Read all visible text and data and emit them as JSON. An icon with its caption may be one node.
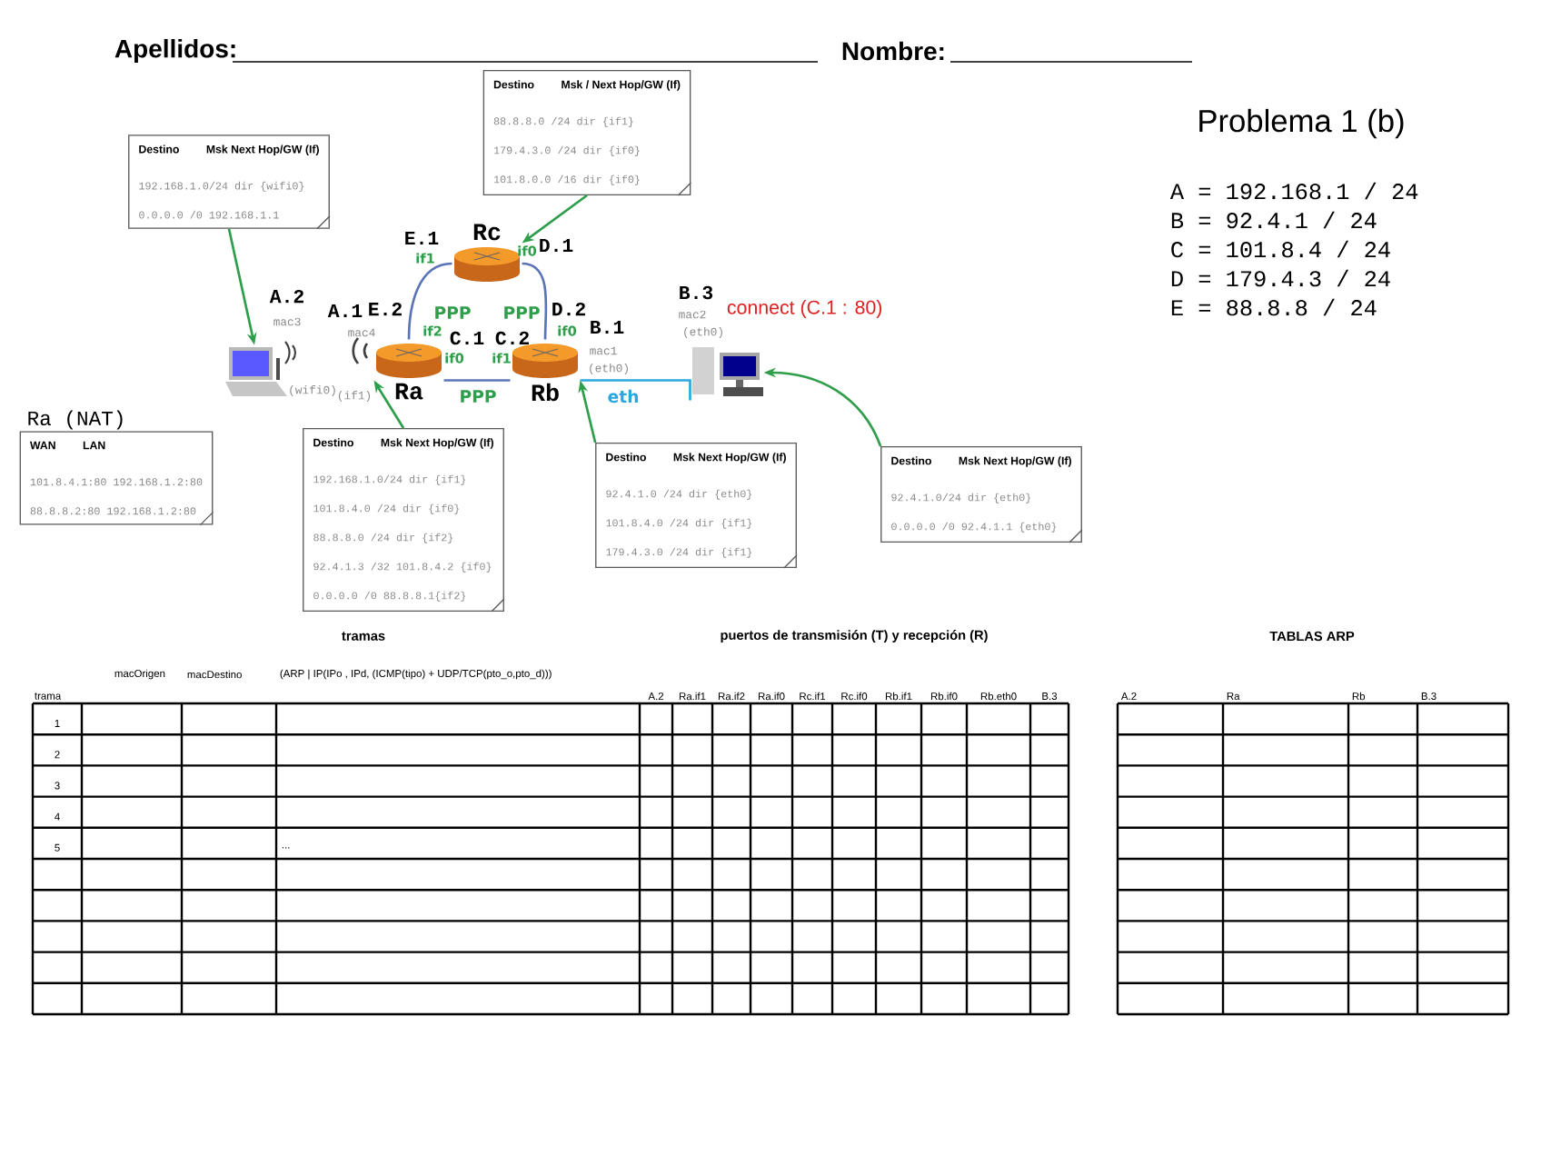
{
  "diagram": {
    "nodes": [
      {
        "text": [
          "Destino",
          "Msk Next Hop/GW (If)",
          "192.168.1.0/24 dir {wifi0}",
          "0.0.0.0 /0 192.168.1.1"
        ]
      },
      {
        "text": [
          "Destino",
          "Msk / Next Hop/GW (If)",
          "88.8.8.0 /24 dir {if1}",
          "179.4.3.0 /24 dir {if0}",
          "101.8.0.0 /16 dir {if0}"
        ]
      },
      {
        "text": [
          "Rc"
        ],
        "beside": [
          "E.1",
          "if1",
          "D.1",
          "if0"
        ]
      },
      {
        "text": [],
        "shape": "laptop",
        "beside": [
          "A.2",
          "mac3",
          "(wifi0)"
        ]
      },
      {
        "text": [
          "Ra"
        ],
        "beside": [
          "A.1",
          "mac4",
          "E.2",
          "if2",
          "C.1",
          "if0",
          "(if1)"
        ]
      },
      {
        "text": [
          "Rb"
        ],
        "beside": [
          "C.2",
          "if1",
          "D.2",
          "if0",
          "B.1",
          "mac1",
          "(eth0)"
        ]
      },
      {
        "text": [],
        "shape": "computer",
        "beside": [
          "B.3",
          "mac2",
          "(eth0)"
        ]
      },
      {
        "text": [
          "WAN",
          "LAN",
          "101.8.4.1:80 192.168.1.2:80",
          "88.8.8.2:80 192.168.1.2:80"
        ],
        "beside": [
          "Ra (NAT)"
        ]
      },
      {
        "text": [
          "Destino",
          "Msk Next Hop/GW (If)",
          "192.168.1.0/24 dir {if1}",
          "101.8.4.0 /24 dir {if0}",
          "88.8.8.0 /24 dir {if2}",
          "92.4.1.3 /32 101.8.4.2 {if0}",
          "0.0.0.0 /0 88.8.8.1{if2}"
        ]
      },
      {
        "text": [
          "Destino",
          "Msk Next Hop/GW (If)",
          "92.4.1.0 /24 dir {eth0}",
          "101.8.4.0 /24 dir {if1}",
          "179.4.3.0 /24 dir {if1}"
        ]
      },
      {
        "text": [
          "Destino",
          "Msk Next Hop/GW (If)",
          "92.4.1.0/24 dir {eth0}",
          "0.0.0.0 /0 92.4.1.1 {eth0}"
        ]
      }
    ],
    "edges": [
      {
        "from": 0,
        "to": 3,
        "arrow": "to"
      },
      {
        "from": 1,
        "to": 2,
        "arrow": "to"
      },
      {
        "from": 2,
        "to": 4,
        "arrow": "none",
        "label": "PPP",
        "color": "#5b74b8"
      },
      {
        "from": 2,
        "to": 5,
        "arrow": "none",
        "label": "PPP",
        "color": "#5b74b8"
      },
      {
        "from": 4,
        "to": 5,
        "arrow": "none",
        "label": "PPP",
        "color": "#5b74b8"
      },
      {
        "from": 5,
        "to": 6,
        "arrow": "none",
        "label": "eth",
        "color": "#29a8e0"
      },
      {
        "from": 8,
        "to": 4,
        "arrow": "to"
      },
      {
        "from": 9,
        "to": 5,
        "arrow": "to"
      },
      {
        "from": 10,
        "to": 6,
        "arrow": "to"
      }
    ],
    "labels": [
      "Apellidos:",
      "Nombre:",
      "Problema 1 (b)",
      "A = 192.168.1 / 24",
      "B = 92.4.1 / 24",
      "C = 101.8.4 / 24",
      "D = 179.4.3 / 24",
      "connect (C.1 : 80)",
      "E = 88.8.8 / 24",
      "tramas",
      "puertos de transmisión (T) y recepción (R)",
      "TABLAS ARP",
      "macOrigen",
      "macDestino",
      "(ARP | IP(IPo , IPd, (ICMP(tipo) + UDP/TCP(pto_o,pto_d)))",
      "trama",
      "A.2",
      "Ra.if1",
      "Ra.if2",
      "Ra.if0",
      "Rc.if1",
      "Rc.if0",
      "Rb.if1",
      "Rb.if0",
      "Rb.eth0",
      "B.3",
      "A.2",
      "Ra",
      "Rb",
      "B.3",
      "1",
      "2",
      "3",
      "4",
      "5",
      "..."
    ]
  }
}
